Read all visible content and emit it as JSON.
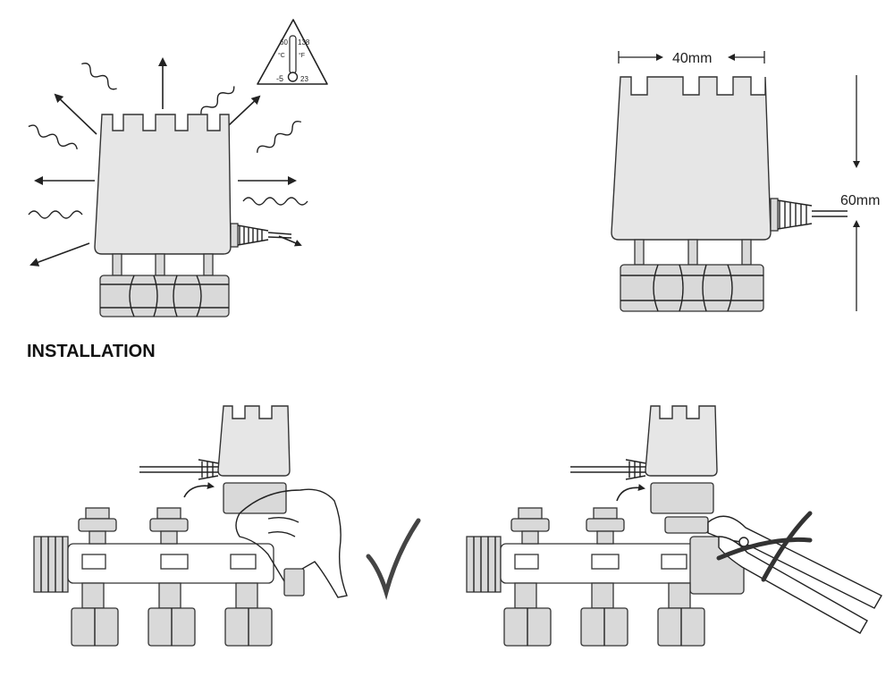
{
  "heading": "INSTALLATION",
  "dimensions": {
    "width": "40mm",
    "height": "60mm"
  },
  "thermometer": {
    "celsius_high": "60",
    "fahrenheit_high": "138",
    "celsius_unit": "°C",
    "fahrenheit_unit": "°F",
    "celsius_low": "-5",
    "fahrenheit_low": "23"
  },
  "colors": {
    "line": "#222222",
    "body": "#e6e6e6",
    "check": "#444444",
    "cross": "#333333"
  }
}
